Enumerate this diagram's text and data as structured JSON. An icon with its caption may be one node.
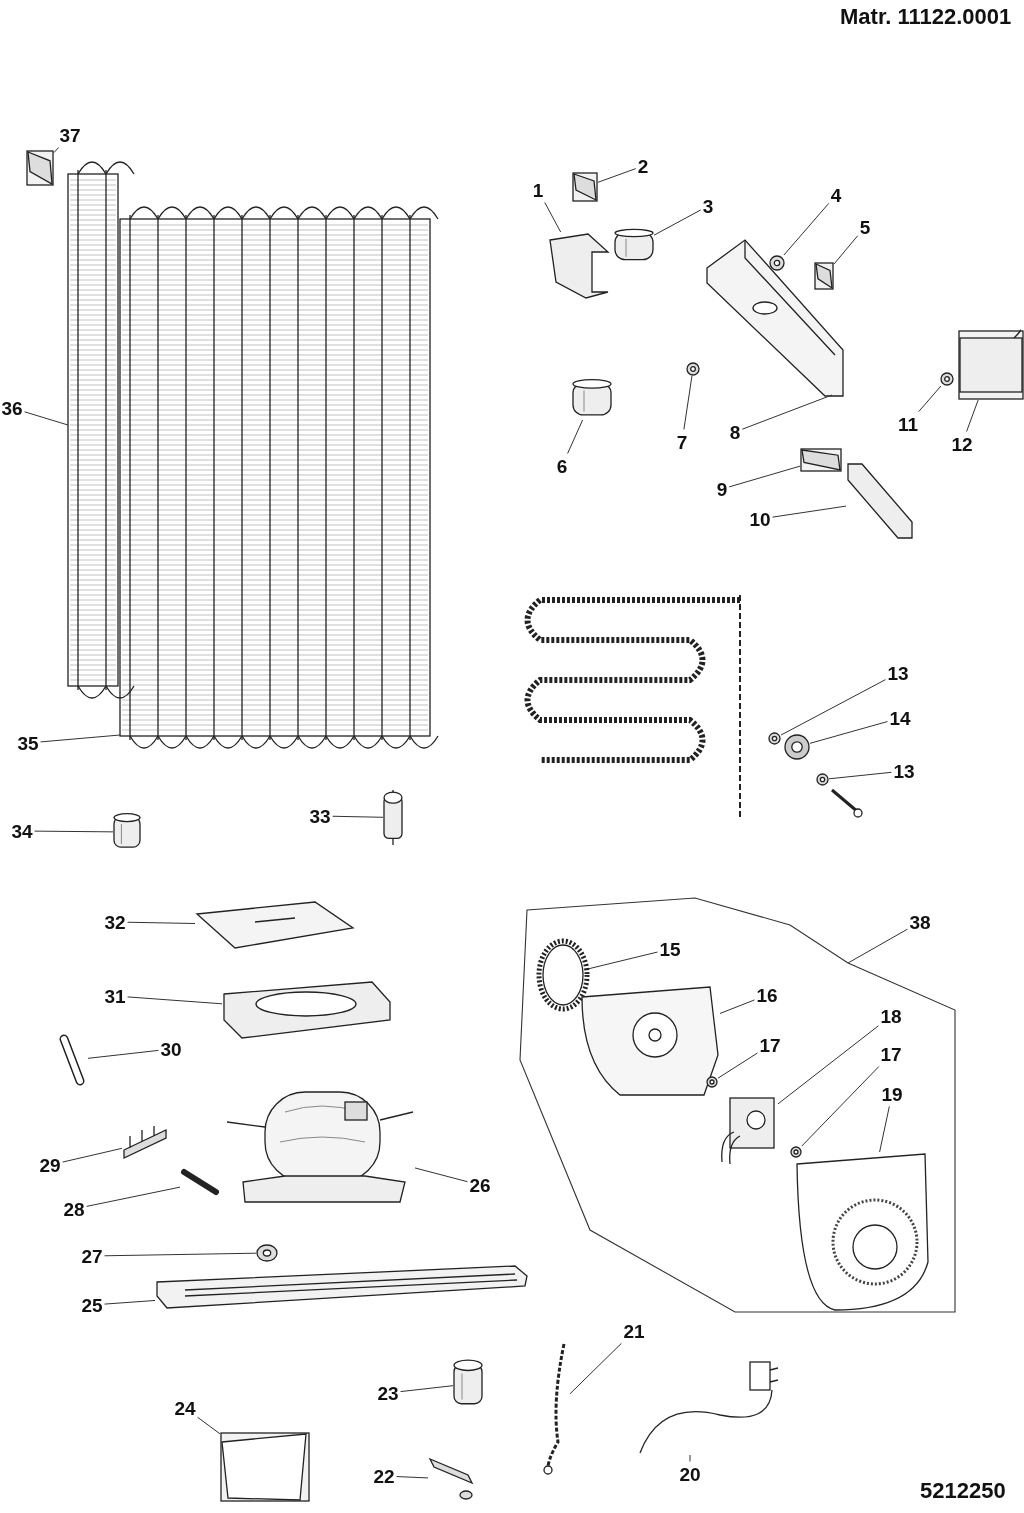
{
  "diagram": {
    "nodes": [
      {
        "text": [
          "1"
        ]
      },
      {
        "text": [],
        "shape": "picture"
      },
      {
        "text": [
          "2"
        ]
      },
      {
        "text": [],
        "shape": "box"
      },
      {
        "text": [
          "3"
        ]
      },
      {
        "text": [],
        "shape": "cylinder"
      },
      {
        "text": [
          "4"
        ]
      },
      {
        "text": [],
        "shape": "picture"
      },
      {
        "text": [
          "5"
        ]
      },
      {
        "text": [],
        "shape": "box"
      },
      {
        "text": [
          "6"
        ]
      },
      {
        "text": [],
        "shape": "cylinder"
      },
      {
        "text": [
          "7"
        ]
      },
      {
        "text": [],
        "shape": "picture"
      },
      {
        "text": [
          "8"
        ]
      },
      {
        "text": [],
        "shape": "picture"
      },
      {
        "text": [
          "9"
        ]
      },
      {
        "text": [],
        "shape": "box"
      },
      {
        "text": [
          "10"
        ]
      },
      {
        "text": [],
        "shape": "picture"
      },
      {
        "text": [
          "11"
        ]
      },
      {
        "text": [],
        "shape": "picture"
      },
      {
        "text": [
          "12"
        ]
      },
      {
        "text": [],
        "shape": "box"
      },
      {
        "text": [
          "13"
        ]
      },
      {
        "text": [],
        "shape": "circle"
      },
      {
        "text": [
          "14"
        ]
      },
      {
        "text": [],
        "shape": "picture"
      },
      {
        "text": [
          "13"
        ]
      },
      {
        "text": [],
        "shape": "circle"
      },
      {
        "text": [
          "38"
        ]
      },
      {
        "text": [],
        "shape": "picture"
      },
      {
        "text": [
          "15"
        ],
        "in": 31
      },
      {
        "text": [],
        "shape": "picture",
        "in": 31
      },
      {
        "text": [
          "16"
        ],
        "in": 31
      },
      {
        "text": [],
        "shape": "picture",
        "in": 31
      },
      {
        "text": [
          "17"
        ],
        "in": 31
      },
      {
        "text": [],
        "shape": "circle",
        "in": 31
      },
      {
        "text": [
          "18"
        ],
        "in": 31
      },
      {
        "text": [],
        "shape": "picture",
        "in": 31
      },
      {
        "text": [
          "17"
        ],
        "in": 31
      },
      {
        "text": [],
        "shape": "circle",
        "in": 31
      },
      {
        "text": [
          "19"
        ],
        "in": 31
      },
      {
        "text": [],
        "shape": "picture",
        "in": 31
      },
      {
        "text": [
          "20"
        ]
      },
      {
        "text": [],
        "shape": "picture"
      },
      {
        "text": [
          "21"
        ]
      },
      {
        "text": [],
        "shape": "picture"
      },
      {
        "text": [
          "22"
        ]
      },
      {
        "text": [],
        "shape": "picture"
      },
      {
        "text": [
          "23"
        ]
      },
      {
        "text": [],
        "shape": "cylinder"
      },
      {
        "text": [
          "24"
        ]
      },
      {
        "text": [],
        "shape": "box"
      },
      {
        "text": [
          "25"
        ]
      },
      {
        "text": [],
        "shape": "picture"
      },
      {
        "text": [
          "26"
        ]
      },
      {
        "text": [],
        "shape": "picture"
      },
      {
        "text": [
          "27"
        ]
      },
      {
        "text": [],
        "shape": "picture"
      },
      {
        "text": [
          "28"
        ]
      },
      {
        "text": [],
        "shape": "picture"
      },
      {
        "text": [
          "29"
        ]
      },
      {
        "text": [],
        "shape": "picture"
      },
      {
        "text": [
          "30"
        ]
      },
      {
        "text": [],
        "shape": "picture"
      },
      {
        "text": [
          "31"
        ]
      },
      {
        "text": [],
        "shape": "picture"
      },
      {
        "text": [
          "32"
        ]
      },
      {
        "text": [],
        "shape": "picture"
      },
      {
        "text": [
          "33"
        ]
      },
      {
        "text": [],
        "shape": "picture"
      },
      {
        "text": [
          "34"
        ]
      },
      {
        "text": [],
        "shape": "cylinder"
      },
      {
        "text": [
          "35"
        ]
      },
      {
        "text": [],
        "shape": "picture"
      },
      {
        "text": [
          "36"
        ]
      },
      {
        "text": [],
        "shape": "picture"
      },
      {
        "text": [
          "37"
        ]
      },
      {
        "text": [],
        "shape": "box"
      }
    ],
    "edges": [
      {
        "from": 0,
        "to": 1,
        "arrow": "none"
      },
      {
        "from": 2,
        "to": 3,
        "arrow": "none"
      },
      {
        "from": 4,
        "to": 5,
        "arrow": "none"
      },
      {
        "from": 6,
        "to": 7,
        "arrow": "none"
      },
      {
        "from": 8,
        "to": 9,
        "arrow": "none"
      },
      {
        "from": 10,
        "to": 11,
        "arrow": "none"
      },
      {
        "from": 12,
        "to": 13,
        "arrow": "none"
      },
      {
        "from": 14,
        "to": 15,
        "arrow": "none"
      },
      {
        "from": 16,
        "to": 17,
        "arrow": "none"
      },
      {
        "from": 18,
        "to": 19,
        "arrow": "none"
      },
      {
        "from": 20,
        "to": 21,
        "arrow": "none"
      },
      {
        "from": 22,
        "to": 23,
        "arrow": "none"
      },
      {
        "from": 24,
        "to": 25,
        "arrow": "none"
      },
      {
        "from": 26,
        "to": 27,
        "arrow": "none"
      },
      {
        "from": 28,
        "to": 29,
        "arrow": "none"
      },
      {
        "from": 30,
        "to": 31,
        "arrow": "none"
      },
      {
        "from": 32,
        "to": 33,
        "arrow": "none"
      },
      {
        "from": 34,
        "to": 35,
        "arrow": "none"
      },
      {
        "from": 36,
        "to": 37,
        "arrow": "none"
      },
      {
        "from": 38,
        "to": 39,
        "arrow": "none"
      },
      {
        "from": 40,
        "to": 41,
        "arrow": "none"
      },
      {
        "from": 42,
        "to": 43,
        "arrow": "none"
      },
      {
        "from": 44,
        "to": 45,
        "arrow": "none"
      },
      {
        "from": 46,
        "to": 47,
        "arrow": "none"
      },
      {
        "from": 48,
        "to": 49,
        "arrow": "none"
      },
      {
        "from": 50,
        "to": 51,
        "arrow": "none"
      },
      {
        "from": 52,
        "to": 53,
        "arrow": "none"
      },
      {
        "from": 54,
        "to": 55,
        "arrow": "none"
      },
      {
        "from": 56,
        "to": 57,
        "arrow": "none"
      },
      {
        "from": 58,
        "to": 59,
        "arrow": "none"
      },
      {
        "from": 60,
        "to": 61,
        "arrow": "none"
      },
      {
        "from": 62,
        "to": 63,
        "arrow": "none"
      },
      {
        "from": 64,
        "to": 65,
        "arrow": "none"
      },
      {
        "from": 66,
        "to": 67,
        "arrow": "none"
      },
      {
        "from": 68,
        "to": 69,
        "arrow": "none"
      },
      {
        "from": 70,
        "to": 71,
        "arrow": "none"
      },
      {
        "from": 72,
        "to": 73,
        "arrow": "none"
      },
      {
        "from": 74,
        "to": 75,
        "arrow": "none"
      },
      {
        "from": 76,
        "to": 77,
        "arrow": "none"
      },
      {
        "from": 78,
        "to": 79,
        "arrow": "none"
      }
    ],
    "labels": [
      "Matr. 11122.0001",
      "5212250"
    ]
  }
}
